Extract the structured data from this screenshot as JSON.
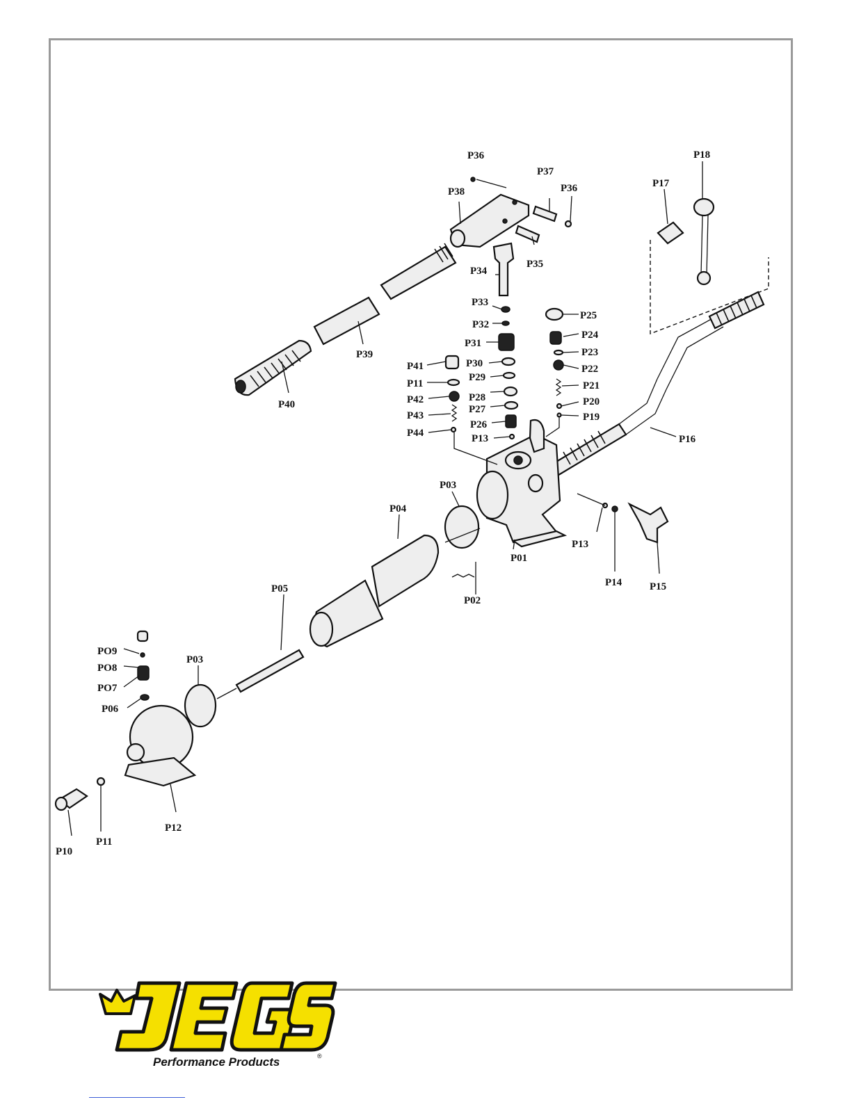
{
  "parts": [
    {
      "id": "p36a",
      "label": "P36"
    },
    {
      "id": "p36b",
      "label": "P36"
    },
    {
      "id": "p37",
      "label": "P37"
    },
    {
      "id": "p38",
      "label": "P38"
    },
    {
      "id": "p35",
      "label": "P35"
    },
    {
      "id": "p34",
      "label": "P34"
    },
    {
      "id": "p33",
      "label": "P33"
    },
    {
      "id": "p32",
      "label": "P32"
    },
    {
      "id": "p31",
      "label": "P31"
    },
    {
      "id": "p30",
      "label": "P30"
    },
    {
      "id": "p29",
      "label": "P29"
    },
    {
      "id": "p28",
      "label": "P28"
    },
    {
      "id": "p27",
      "label": "P27"
    },
    {
      "id": "p26",
      "label": "P26"
    },
    {
      "id": "p13a",
      "label": "P13"
    },
    {
      "id": "p41",
      "label": "P41"
    },
    {
      "id": "p11a",
      "label": "P11"
    },
    {
      "id": "p42",
      "label": "P42"
    },
    {
      "id": "p43",
      "label": "P43"
    },
    {
      "id": "p44",
      "label": "P44"
    },
    {
      "id": "p25",
      "label": "P25"
    },
    {
      "id": "p24",
      "label": "P24"
    },
    {
      "id": "p23",
      "label": "P23"
    },
    {
      "id": "p22",
      "label": "P22"
    },
    {
      "id": "p21",
      "label": "P21"
    },
    {
      "id": "p20",
      "label": "P20"
    },
    {
      "id": "p19",
      "label": "P19"
    },
    {
      "id": "p17",
      "label": "P17"
    },
    {
      "id": "p18",
      "label": "P18"
    },
    {
      "id": "p16",
      "label": "P16"
    },
    {
      "id": "p39",
      "label": "P39"
    },
    {
      "id": "p40",
      "label": "P40"
    },
    {
      "id": "p03a",
      "label": "P03"
    },
    {
      "id": "p04",
      "label": "P04"
    },
    {
      "id": "p01",
      "label": "P01"
    },
    {
      "id": "p02",
      "label": "P02"
    },
    {
      "id": "p13b",
      "label": "P13"
    },
    {
      "id": "p14",
      "label": "P14"
    },
    {
      "id": "p15",
      "label": "P15"
    },
    {
      "id": "p05",
      "label": "P05"
    },
    {
      "id": "p03b",
      "label": "P03"
    },
    {
      "id": "p09",
      "label": "PO9"
    },
    {
      "id": "p08",
      "label": "PO8"
    },
    {
      "id": "p07",
      "label": "PO7"
    },
    {
      "id": "p06",
      "label": "P06"
    },
    {
      "id": "p10",
      "label": "P10"
    },
    {
      "id": "p11b",
      "label": "P11"
    },
    {
      "id": "p12",
      "label": "P12"
    }
  ],
  "logo": {
    "brand": "JEGS",
    "tagline": "Performance Products",
    "registered_mark": "®",
    "colors": {
      "fill": "#f5e000",
      "outline": "#111111"
    }
  }
}
